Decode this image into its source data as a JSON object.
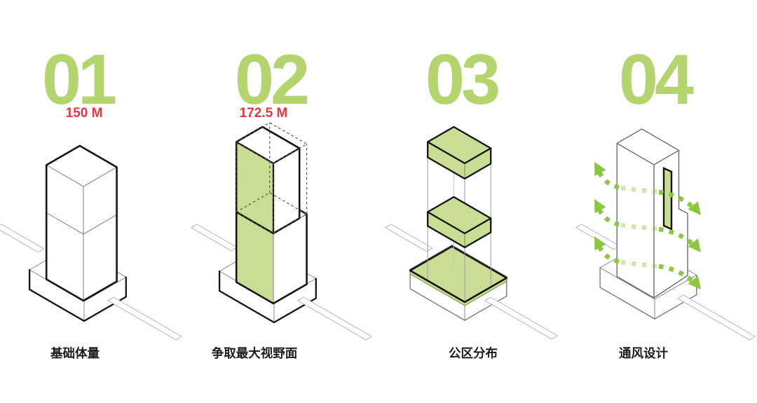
{
  "colors": {
    "number_green": "#b4d56e",
    "face_green": "#c9de94",
    "arrow_green": "#8dc63f",
    "height_red": "#ee3440",
    "caption_dark": "#1c1c1c",
    "line_black": "#141414",
    "line_gray": "#8a8a8a",
    "road_gray": "#b5b5b5"
  },
  "panels": [
    {
      "number": "01",
      "height_label": "150 M",
      "caption": "基础体量",
      "diagram": "tower-podium-massing-icon"
    },
    {
      "number": "02",
      "height_label": "172.5 M",
      "caption": "争取最大视野面",
      "diagram": "tower-max-view-faces-icon"
    },
    {
      "number": "03",
      "caption": "公区分布",
      "diagram": "tower-public-zone-slabs-icon"
    },
    {
      "number": "04",
      "caption": "通风设计",
      "diagram": "tower-ventilation-arrows-icon"
    }
  ]
}
